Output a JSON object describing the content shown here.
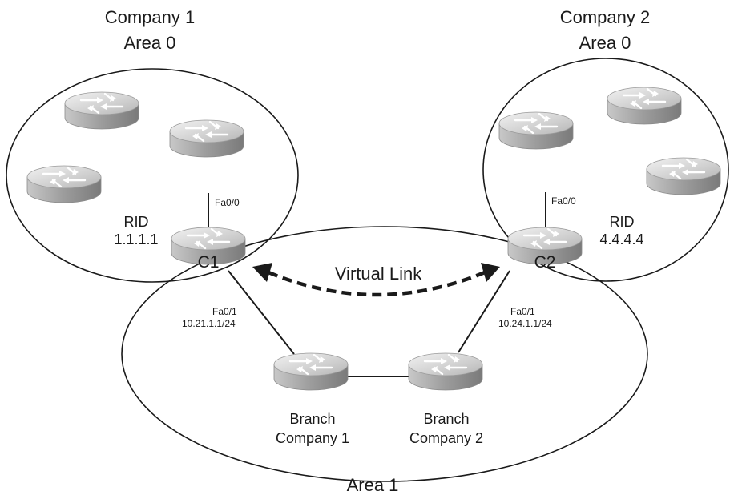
{
  "areas": {
    "company1": {
      "name": "Company 1",
      "area": "Area 0"
    },
    "company2": {
      "name": "Company 2",
      "area": "Area 0"
    },
    "area1": {
      "area": "Area 1"
    }
  },
  "routers": {
    "c1": {
      "name": "C1",
      "rid_label": "RID",
      "rid": "1.1.1.1"
    },
    "c2": {
      "name": "C2",
      "rid_label": "RID",
      "rid": "4.4.4.4"
    },
    "branch1": {
      "line1": "Branch",
      "line2": "Company 1"
    },
    "branch2": {
      "line1": "Branch",
      "line2": "Company 2"
    }
  },
  "interfaces": {
    "c1_fa00": "Fa0/0",
    "c1_fa01": "Fa0/1",
    "c1_fa01_ip": "10.21.1.1/24",
    "c2_fa00": "Fa0/0",
    "c2_fa01": "Fa0/1",
    "c2_fa01_ip": "10.24.1.1/24"
  },
  "virtual_link": {
    "label": "Virtual Link"
  },
  "icons": [
    "router-icon"
  ],
  "colors": {
    "router_top": "#dcdcdc",
    "router_side": "#9a9a9a",
    "line": "#1a1a1a"
  }
}
